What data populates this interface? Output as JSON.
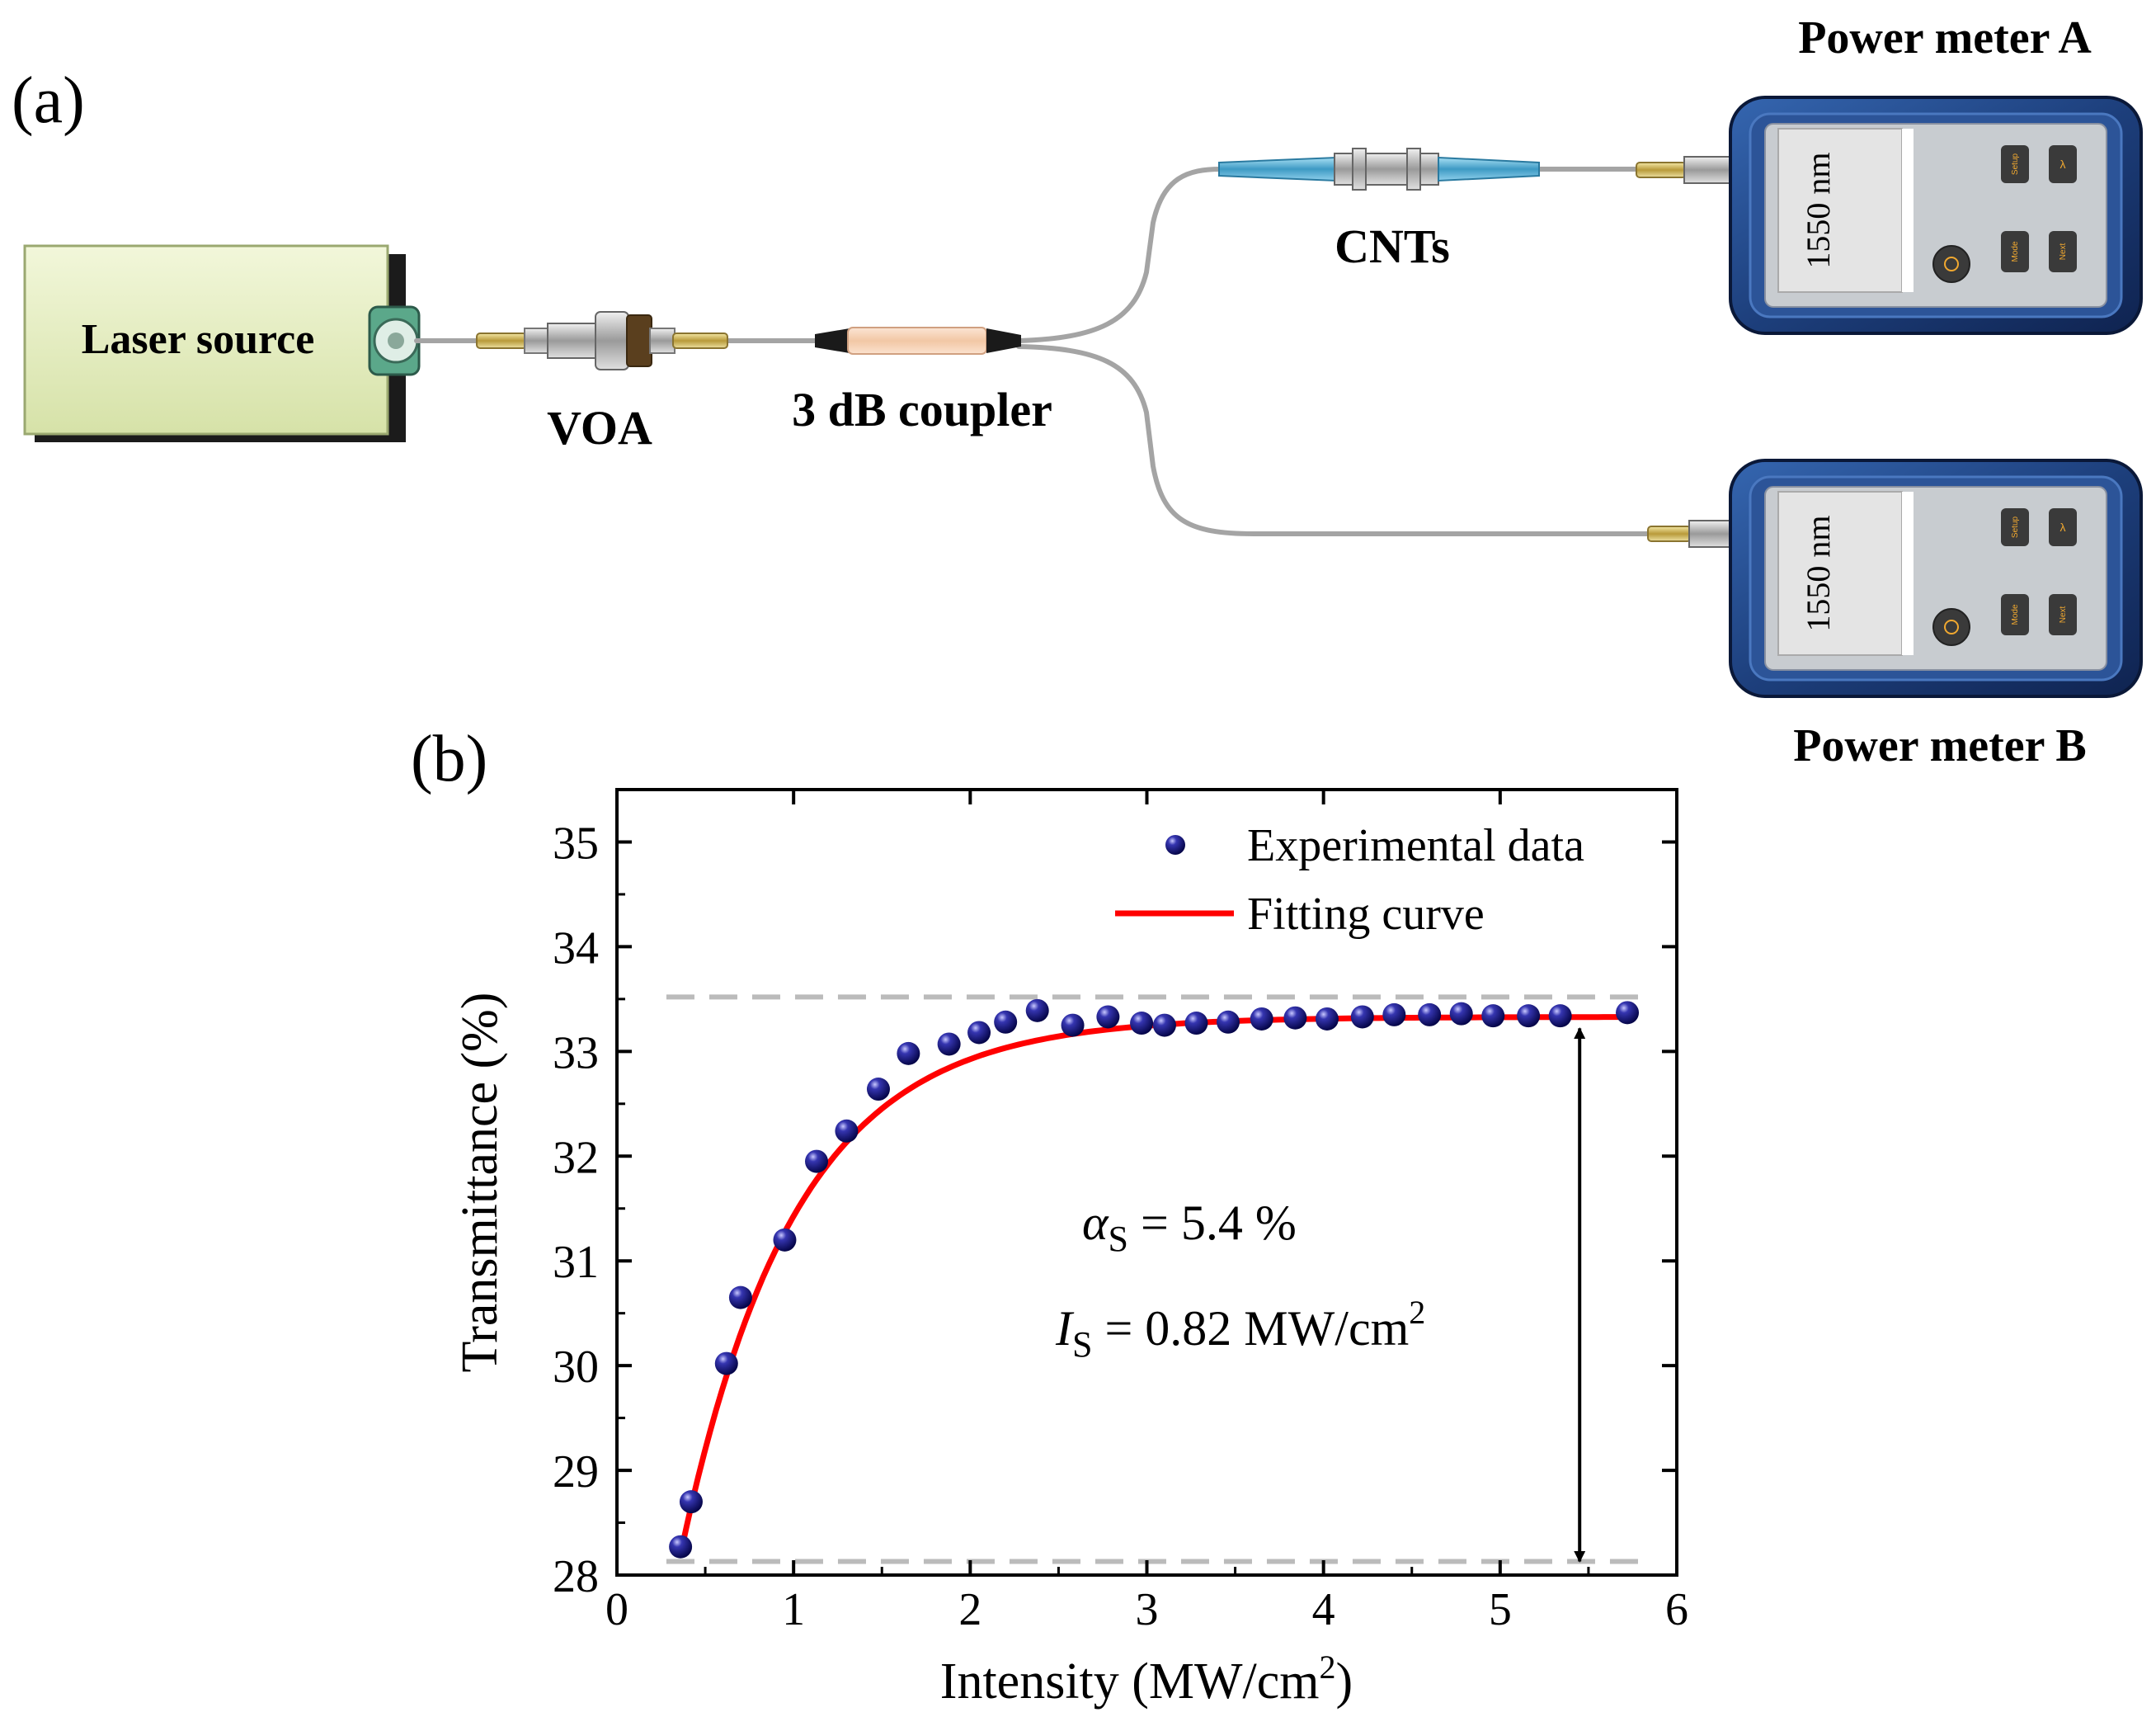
{
  "panel_a": {
    "label": "(a)",
    "laser_label": "Laser source",
    "voa_label": "VOA",
    "coupler_label": "3 dB coupler",
    "cnts_label": "CNTs",
    "meter_a": {
      "title": "Power meter A",
      "display": "1550 nm",
      "buttons": [
        "Setup",
        "λ",
        "Mode",
        "Next"
      ]
    },
    "meter_b": {
      "title": "Power meter B",
      "display": "1550 nm",
      "buttons": [
        "Setup",
        "λ",
        "Mode",
        "Next"
      ]
    },
    "colors": {
      "laser_box": "#e6efc4",
      "meter_body": "#1d3f7c",
      "cnt_sleeve": "#3d9ac4",
      "coupler_body": "#f6d3b8"
    }
  },
  "panel_b": {
    "label": "(b)",
    "annotation_alpha": {
      "symbol": "α",
      "sub": "S",
      "text": " = 5.4 %"
    },
    "annotation_is": {
      "symbol": "I",
      "sub": "S",
      "text": " = 0.82 MW/cm",
      "sup": "2"
    }
  },
  "chart_data": {
    "type": "scatter",
    "title": "",
    "xlabel": "Intensity (MW/cm",
    "xlabel_sup": "2",
    "xlabel_close": ")",
    "ylabel": "Transmittance (%)",
    "xlim": [
      0,
      6
    ],
    "ylim": [
      28,
      35.5
    ],
    "xticks": [
      0,
      1,
      2,
      3,
      4,
      5,
      6
    ],
    "yticks": [
      28,
      29,
      30,
      31,
      32,
      33,
      34,
      35
    ],
    "legend_position": "top-right",
    "grid": false,
    "series": [
      {
        "name": "Experimental data",
        "style": "sphere",
        "color": "#1a1a8c",
        "x": [
          0.36,
          0.42,
          0.62,
          0.7,
          0.95,
          1.13,
          1.3,
          1.48,
          1.65,
          1.88,
          2.05,
          2.2,
          2.38,
          2.58,
          2.78,
          2.97,
          3.1,
          3.28,
          3.46,
          3.65,
          3.84,
          4.02,
          4.22,
          4.4,
          4.6,
          4.78,
          4.96,
          5.16,
          5.34,
          5.72
        ],
        "y": [
          28.27,
          28.7,
          30.02,
          30.65,
          31.2,
          31.95,
          32.24,
          32.64,
          32.98,
          33.07,
          33.18,
          33.28,
          33.39,
          33.25,
          33.33,
          33.27,
          33.25,
          33.27,
          33.28,
          33.31,
          33.32,
          33.31,
          33.33,
          33.35,
          33.35,
          33.36,
          33.34,
          33.34,
          33.34,
          33.37
        ]
      },
      {
        "name": "Fitting curve",
        "style": "line",
        "color": "#ff0000",
        "model": {
          "T_ns": 33.33,
          "alpha_s": 5.4,
          "I_s": 0.82,
          "x_from": 0.36,
          "x_to": 5.72
        }
      }
    ],
    "reference_lines": [
      {
        "y": 33.52,
        "style": "dashed",
        "color": "#bbbbbb"
      },
      {
        "y": 28.13,
        "style": "dashed",
        "color": "#bbbbbb"
      }
    ],
    "arrow": {
      "x": 5.45,
      "y_from": 33.22,
      "y_to": 28.13
    }
  }
}
